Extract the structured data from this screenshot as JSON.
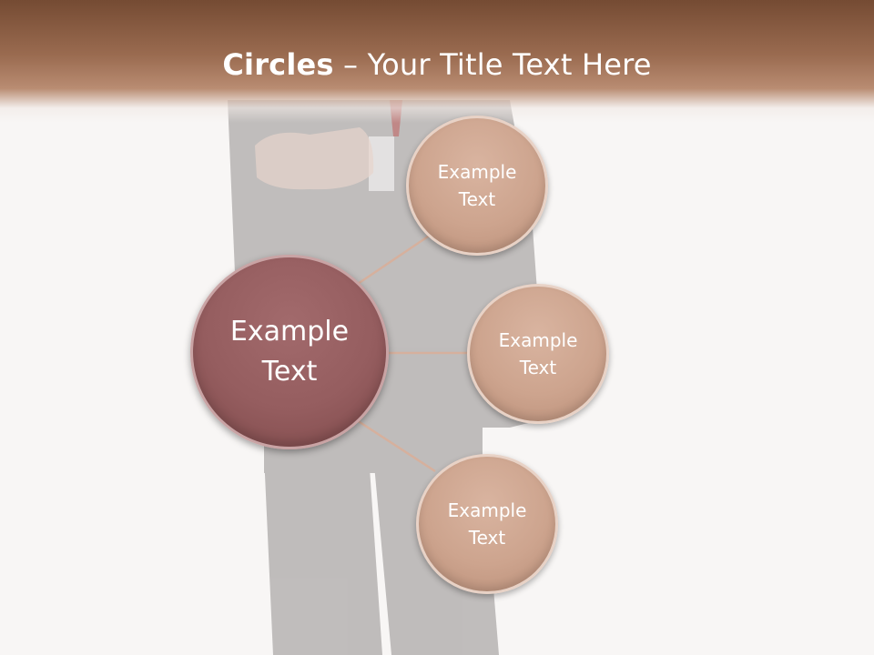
{
  "slide": {
    "title_bold": "Circles",
    "title_rest": " – Your Title Text Here"
  },
  "diagram": {
    "main_circle": {
      "text": "Example\nText"
    },
    "satellites": [
      {
        "text": "Example\nText"
      },
      {
        "text": "Example\nText"
      },
      {
        "text": "Example\nText"
      }
    ]
  },
  "colors": {
    "title_band": "#8c5e44",
    "main_circle": "#955d5f",
    "satellite_circle": "#cda48e",
    "connector": "#d6b09d",
    "background": "#f8f6f5"
  }
}
